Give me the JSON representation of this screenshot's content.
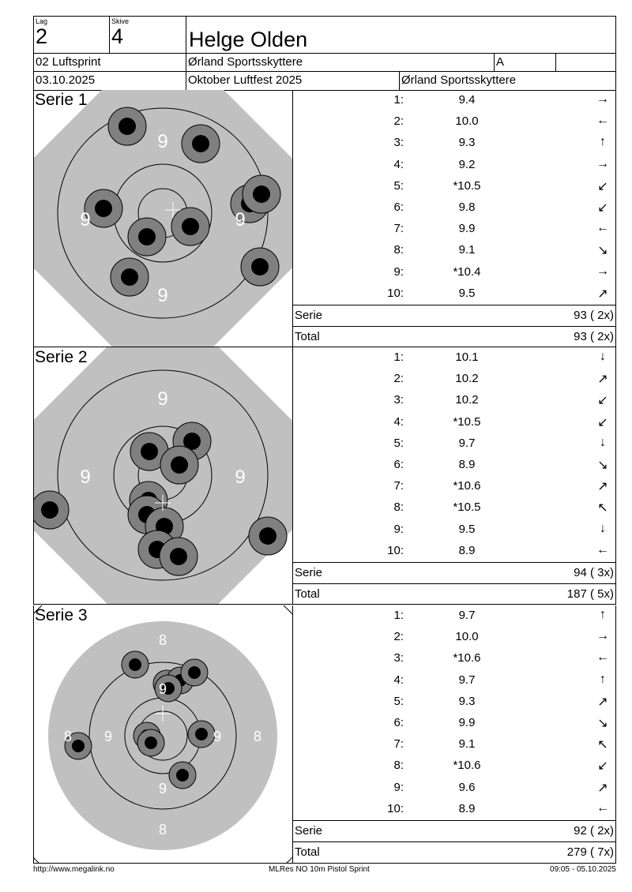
{
  "header": {
    "lag_label": "Lag",
    "lag": "2",
    "skive_label": "Skive",
    "skive": "4",
    "name": "Helge Olden",
    "competition_class": "02 Luftsprint",
    "club": "Ørland Sportsskyttere",
    "class_letter": "A",
    "extra": "",
    "date": "03.10.2025",
    "event": "Oktober Luftfest 2025",
    "organizer": "Ørland Sportsskyttere"
  },
  "series": [
    {
      "title": "Serie 1",
      "ring_labels": [
        "9",
        "9",
        "9",
        "9"
      ],
      "shots": [
        {
          "n": "1:",
          "v": "9.4",
          "a": "→"
        },
        {
          "n": "2:",
          "v": "10.0",
          "a": "←"
        },
        {
          "n": "3:",
          "v": "9.3",
          "a": "↑"
        },
        {
          "n": "4:",
          "v": "9.2",
          "a": "→"
        },
        {
          "n": "5:",
          "v": "*10.5",
          "a": "↙"
        },
        {
          "n": "6:",
          "v": "9.8",
          "a": "↙"
        },
        {
          "n": "7:",
          "v": "9.9",
          "a": "←"
        },
        {
          "n": "8:",
          "v": "9.1",
          "a": "↘"
        },
        {
          "n": "9:",
          "v": "*10.4",
          "a": "→"
        },
        {
          "n": "10:",
          "v": "9.5",
          "a": "↗"
        }
      ],
      "serie_label": "Serie",
      "serie_value": "93 ( 2x)",
      "total_label": "Total",
      "total_value": "93 ( 2x)"
    },
    {
      "title": "Serie 2",
      "ring_labels": [
        "9",
        "9",
        "9"
      ],
      "shots": [
        {
          "n": "1:",
          "v": "10.1",
          "a": "↓"
        },
        {
          "n": "2:",
          "v": "10.2",
          "a": "↗"
        },
        {
          "n": "3:",
          "v": "10.2",
          "a": "↙"
        },
        {
          "n": "4:",
          "v": "*10.5",
          "a": "↙"
        },
        {
          "n": "5:",
          "v": "9.7",
          "a": "↓"
        },
        {
          "n": "6:",
          "v": "8.9",
          "a": "↘"
        },
        {
          "n": "7:",
          "v": "*10.6",
          "a": "↗"
        },
        {
          "n": "8:",
          "v": "*10.5",
          "a": "↖"
        },
        {
          "n": "9:",
          "v": "9.5",
          "a": "↓"
        },
        {
          "n": "10:",
          "v": "8.9",
          "a": "←"
        }
      ],
      "serie_label": "Serie",
      "serie_value": "94 ( 3x)",
      "total_label": "Total",
      "total_value": "187 ( 5x)"
    },
    {
      "title": "Serie 3",
      "ring_labels": [
        "8",
        "8",
        "8",
        "8",
        "9",
        "9",
        "9",
        "9"
      ],
      "shots": [
        {
          "n": "1:",
          "v": "9.7",
          "a": "↑"
        },
        {
          "n": "2:",
          "v": "10.0",
          "a": "→"
        },
        {
          "n": "3:",
          "v": "*10.6",
          "a": "←"
        },
        {
          "n": "4:",
          "v": "9.7",
          "a": "↑"
        },
        {
          "n": "5:",
          "v": "9.3",
          "a": "↗"
        },
        {
          "n": "6:",
          "v": "9.9",
          "a": "↘"
        },
        {
          "n": "7:",
          "v": "9.1",
          "a": "↖"
        },
        {
          "n": "8:",
          "v": "*10.6",
          "a": "↙"
        },
        {
          "n": "9:",
          "v": "9.6",
          "a": "↗"
        },
        {
          "n": "10:",
          "v": "8.9",
          "a": "←"
        }
      ],
      "serie_label": "Serie",
      "serie_value": "92 ( 2x)",
      "total_label": "Total",
      "total_value": "279 ( 7x)"
    }
  ],
  "footer": {
    "url": "http://www.megalink.no",
    "software": "MLRes NO  10m Pistol Sprint",
    "timestamp": "09:05 - 05.10.2025"
  }
}
